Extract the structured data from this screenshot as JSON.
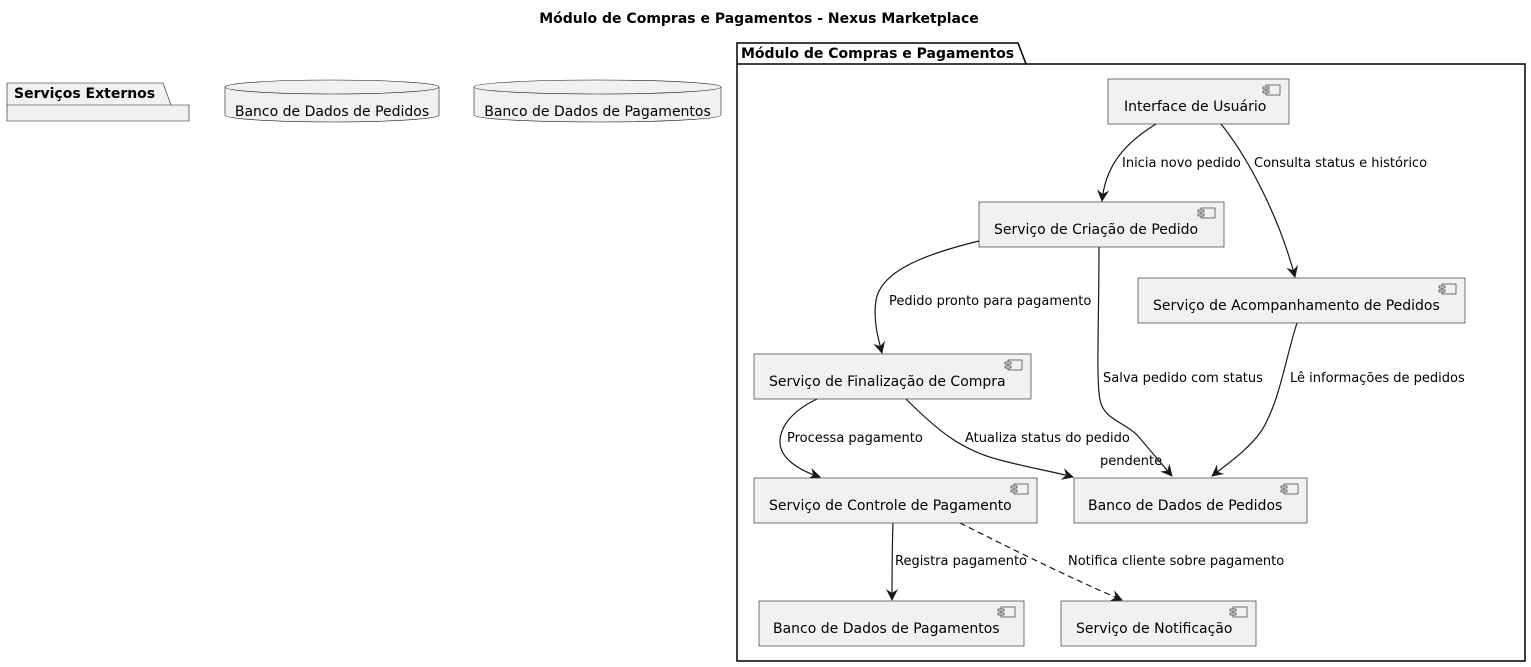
{
  "title": "Módulo de Compras e Pagamentos - Nexus Marketplace",
  "packages": {
    "external": "Serviços Externos",
    "module": "Módulo de Compras e Pagamentos"
  },
  "databases": {
    "orders": "Banco de Dados de Pedidos",
    "payments": "Banco de Dados de Pagamentos"
  },
  "components": {
    "ui": "Interface de Usuário",
    "create_order": "Serviço de Criação de Pedido",
    "tracking": "Serviço de Acompanhamento de Pedidos",
    "checkout": "Serviço de Finalização de Compra",
    "payment_control": "Serviço de Controle de Pagamento",
    "orders_db": "Banco de Dados de Pedidos",
    "payments_db": "Banco de Dados de Pagamentos",
    "notification": "Serviço de Notificação"
  },
  "edges": {
    "ui_to_create": "Inicia novo pedido",
    "ui_to_tracking": "Consulta status e histórico",
    "create_to_checkout": "Pedido pronto para pagamento",
    "create_to_orders_line1": "Salva pedido com status",
    "create_to_orders_line2": "pendente",
    "tracking_to_orders": "Lê informações de pedidos",
    "checkout_to_payment": "Processa pagamento",
    "checkout_to_orders": "Atualiza status do pedido",
    "payment_to_paymentsdb": "Registra pagamento",
    "payment_to_notification": "Notifica cliente sobre pagamento"
  }
}
